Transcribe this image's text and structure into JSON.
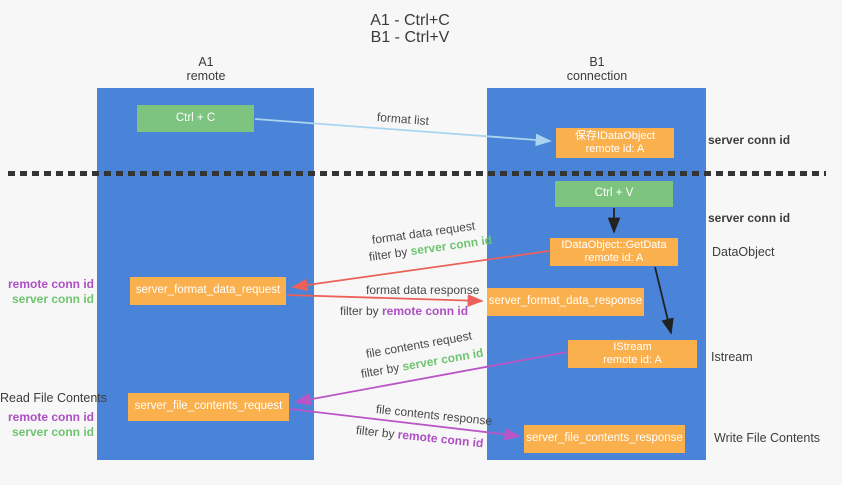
{
  "title": {
    "line1": "A1 - Ctrl+C",
    "line2": "B1 - Ctrl+V"
  },
  "lifelines": {
    "a1": {
      "name": "A1",
      "role": "remote"
    },
    "b1": {
      "name": "B1",
      "role": "connection"
    }
  },
  "boxes": {
    "ctrl_c": "Ctrl + C",
    "ctrl_v": "Ctrl + V",
    "save_dataobject": {
      "line1": "保存IDataObject",
      "line2": "remote id: A"
    },
    "getdata": {
      "line1": "IDataObject::GetData",
      "line2": "remote id: A"
    },
    "istream": {
      "line1": "IStream",
      "line2": "remote id: A"
    },
    "server_format_data_request": "server_format_data_request",
    "server_format_data_response": "server_format_data_response",
    "server_file_contents_request": "server_file_contents_request",
    "server_file_contents_response": "server_file_contents_response"
  },
  "arrow_labels": {
    "format_list": "format list",
    "format_data_request": "format data request",
    "format_data_response": "format data response",
    "file_contents_request": "file contents request",
    "file_contents_response": "file contents response",
    "filter_by": "filter by "
  },
  "ids": {
    "server_conn_id": "server conn id",
    "remote_conn_id": "remote conn id"
  },
  "side_labels": {
    "dataobject": "DataObject",
    "istream": "Istream",
    "read_file_contents": "Read File Contents",
    "write_file_contents": "Write File Contents"
  },
  "colors": {
    "lifeline_blue": "#4a84d8",
    "box_orange": "#fbb04e",
    "box_green": "#7cc47f",
    "arrow_light_blue": "#aad5f0",
    "arrow_red": "#ec6159",
    "arrow_magenta": "#bb54c6",
    "arrow_black": "#222222",
    "server_conn_green": "#6ec470",
    "remote_conn_purple": "#ae4fc4",
    "background": "#f7f7f7"
  }
}
